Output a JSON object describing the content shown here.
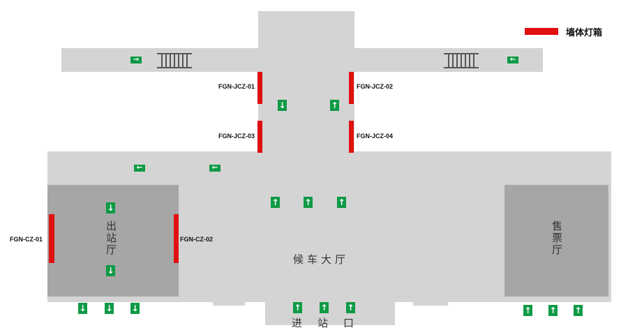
{
  "legend": {
    "label": "墙体灯箱",
    "color": "#e01010"
  },
  "rooms": {
    "exit_hall": "出站厅",
    "waiting_hall": "候车大厅",
    "ticket_hall": "售票厅",
    "entrance": "进站口"
  },
  "lightboxes": [
    {
      "id": "FGN-JCZ-01"
    },
    {
      "id": "FGN-JCZ-02"
    },
    {
      "id": "FGN-JCZ-03"
    },
    {
      "id": "FGN-JCZ-04"
    },
    {
      "id": "FGN-CZ-01"
    },
    {
      "id": "FGN-CZ-02"
    }
  ],
  "arrows": {
    "up": "↑",
    "down": "↓",
    "left": "←",
    "right": "→"
  },
  "colors": {
    "floor": "#d4d4d4",
    "room": "#a6a6a6",
    "sign": "#0f9a46",
    "lightbox": "#e01010"
  }
}
